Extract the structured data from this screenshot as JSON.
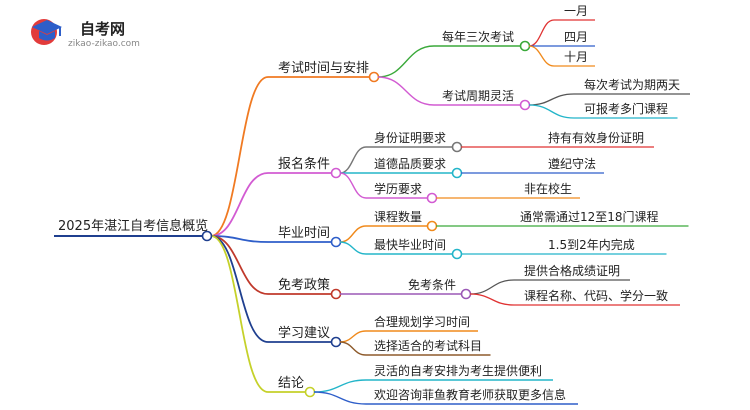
{
  "logo": {
    "brand": "自考网",
    "domain": "zikao-zikao.com"
  },
  "root": "2025年湛江自考信息概览",
  "branches": [
    {
      "label": "考试时间与安排",
      "color": "#f07a22",
      "children": [
        {
          "label": "每年三次考试",
          "color": "#3aa93a",
          "children": [
            {
              "label": "一月",
              "color": "#e03333"
            },
            {
              "label": "四月",
              "color": "#2e5ec9"
            },
            {
              "label": "十月",
              "color": "#f08a1c"
            }
          ]
        },
        {
          "label": "考试周期灵活",
          "color": "#d25bd2",
          "children": [
            {
              "label": "每次考试为期两天",
              "color": "#555555"
            },
            {
              "label": "可报考多门课程",
              "color": "#23b5c9"
            }
          ]
        }
      ]
    },
    {
      "label": "报名条件",
      "color": "#d25bd2",
      "children": [
        {
          "label": "身份证明要求",
          "color": "#777777",
          "children": [
            {
              "label": "持有有效身份证明",
              "color": "#e03333"
            }
          ]
        },
        {
          "label": "道德品质要求",
          "color": "#23b5c9",
          "children": [
            {
              "label": "遵纪守法",
              "color": "#2e5ec9"
            }
          ]
        },
        {
          "label": "学历要求",
          "color": "#d25bd2",
          "children": [
            {
              "label": "非在校生",
              "color": "#f08a1c"
            }
          ]
        }
      ]
    },
    {
      "label": "毕业时间",
      "color": "#2e5ec9",
      "children": [
        {
          "label": "课程数量",
          "color": "#f08a1c",
          "children": [
            {
              "label": "通常需通过12至18门课程",
              "color": "#3aa93a"
            }
          ]
        },
        {
          "label": "最快毕业时间",
          "color": "#23b5c9",
          "children": [
            {
              "label": "1.5到2年内完成",
              "color": "#23b5c9"
            }
          ]
        }
      ]
    },
    {
      "label": "免考政策",
      "color": "#c0392b",
      "children": [
        {
          "label": "免考条件",
          "color": "#9b59b6",
          "children": [
            {
              "label": "提供合格成绩证明",
              "color": "#555555"
            },
            {
              "label": "课程名称、代码、学分一致",
              "color": "#e03333"
            }
          ]
        }
      ]
    },
    {
      "label": "学习建议",
      "color": "#1f3f8f",
      "children": [
        {
          "label": "合理规划学习时间",
          "color": "#f08a1c"
        },
        {
          "label": "选择适合的考试科目",
          "color": "#8d5a2b"
        }
      ]
    },
    {
      "label": "结论",
      "color": "#c5d12a",
      "children": [
        {
          "label": "灵活的自考安排为考生提供便利",
          "color": "#23b5c9"
        },
        {
          "label": "欢迎咨询菲鱼教育老师获取更多信息",
          "color": "#2e5ec9"
        }
      ]
    }
  ]
}
